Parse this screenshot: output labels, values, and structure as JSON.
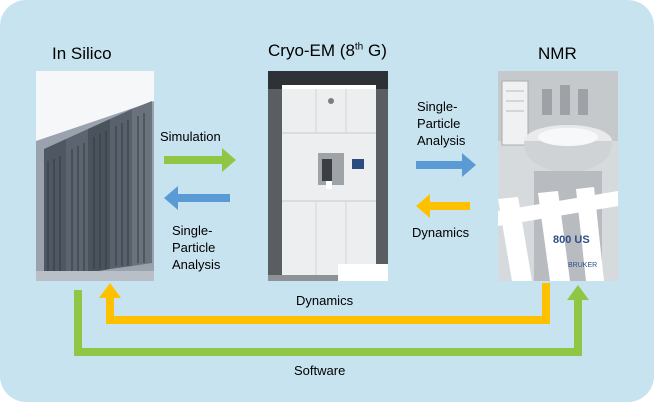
{
  "headings": {
    "in_silico": "In Silico",
    "cryo_em_main": "Cryo-EM (8",
    "cryo_em_sup": "th",
    "cryo_em_end": " G)",
    "nmr": "NMR"
  },
  "arrow_labels": {
    "simulation": "Simulation",
    "spa_left": [
      "Single-",
      "Particle",
      "Analysis"
    ],
    "spa_right": [
      "Single-",
      "Particle",
      "Analysis"
    ],
    "dynamics_right": "Dynamics",
    "dynamics_bottom": "Dynamics",
    "software": "Software"
  },
  "photo_labels": {
    "nmr_magnet_text": "800 US",
    "nmr_brand": "BRUKER"
  },
  "colors": {
    "background": "#c7e3ef",
    "green": "#8fc745",
    "blue": "#5b9bd5",
    "orange": "#ffc000"
  }
}
